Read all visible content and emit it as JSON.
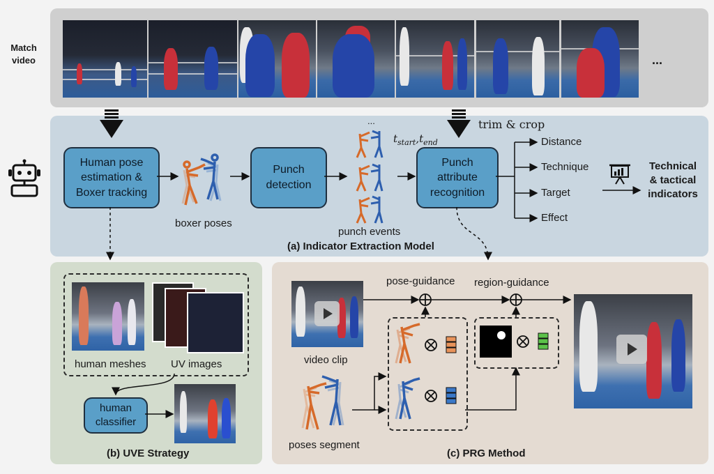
{
  "labels": {
    "match_video_line1": "Match",
    "match_video_line2": "video",
    "ellipsis_frames": "...",
    "trim_crop": "trim & crop",
    "t_start_end": "t",
    "t_start_sub": "start",
    "t_end_sub": "end",
    "punch_events_dots": "...",
    "boxer_poses": "boxer poses",
    "punch_events": "punch events",
    "distance": "Distance",
    "technique": "Technique",
    "target": "Target",
    "effect": "Effect",
    "indicators_line1": "Technical",
    "indicators_line2": "& tactical",
    "indicators_line3": "indicators",
    "panel_a_caption": "(a) Indicator Extraction Model",
    "human_meshes": "human meshes",
    "uv_images": "UV images",
    "panel_b_caption": "(b) UVE Strategy",
    "pose_guidance": "pose-guidance",
    "region_guidance": "region-guidance",
    "video_clip": "video clip",
    "poses_segment": "poses segment",
    "panel_c_caption": "(c) PRG Method"
  },
  "boxes": {
    "pose_estimation_line1": "Human pose",
    "pose_estimation_line2": "estimation &",
    "pose_estimation_line3": "Boxer tracking",
    "punch_detection_line1": "Punch",
    "punch_detection_line2": "detection",
    "attribute_line1": "Punch",
    "attribute_line2": "attribute",
    "attribute_line3": "recognition",
    "classifier_line1": "human",
    "classifier_line2": "classifier"
  },
  "colors": {
    "box_fill": "#5a9fc8",
    "panel_a_bg": "#c9d6e0",
    "panel_b_bg": "#d3dccd",
    "panel_c_bg": "#e4dbd2",
    "top_bg": "#cfcfcf",
    "orange_bar": "#e8935a",
    "blue_bar": "#3a78c8",
    "green_bar": "#5cc24a"
  },
  "icons": {
    "robot": "robot-icon",
    "presentation": "presentation-board-icon",
    "play": "play-icon",
    "oplus": "circled-plus-icon",
    "otimes": "circled-times-icon"
  }
}
